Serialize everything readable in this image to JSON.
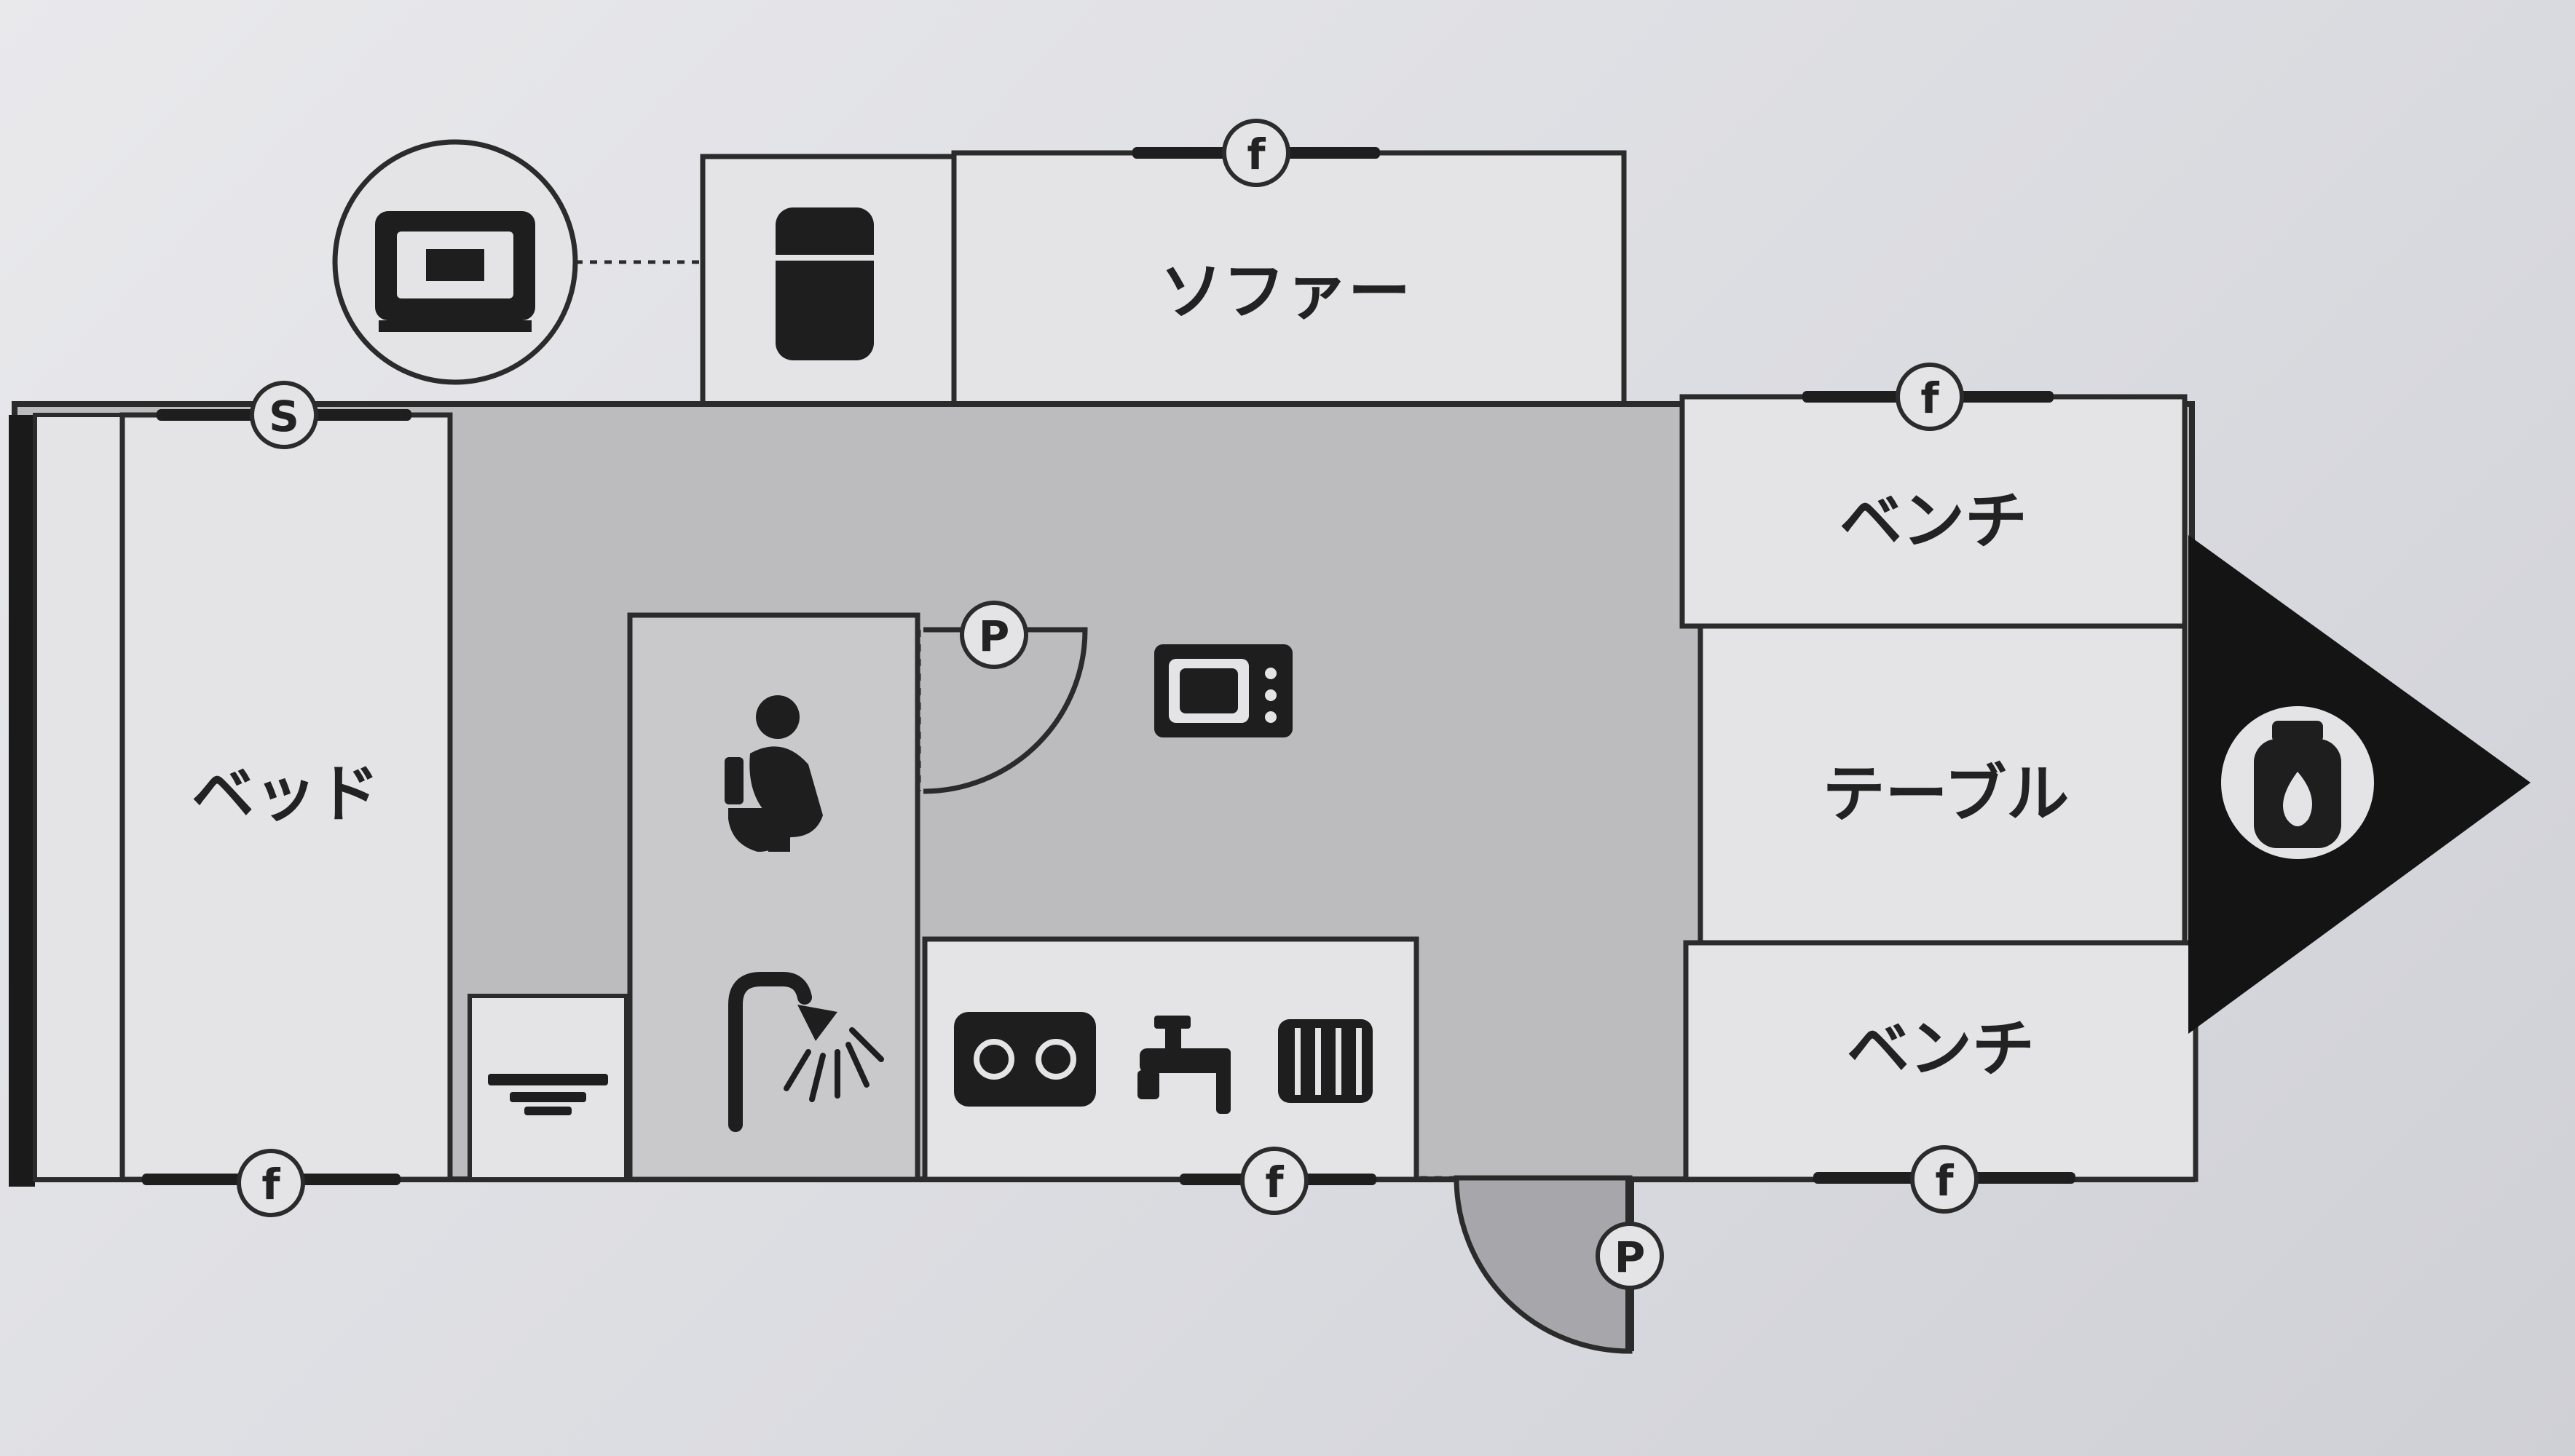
{
  "rooms": {
    "bed": "ベッド",
    "sofa": "ソファー",
    "bench_top": "ベンチ",
    "table": "テーブル",
    "bench_bottom": "ベンチ"
  },
  "markers": {
    "window": "f",
    "skylight": "S",
    "door": "P"
  },
  "icons": [
    "microwave-icon",
    "refrigerator-icon",
    "toilet-icon",
    "shower-icon",
    "sink-icon",
    "stove-icon",
    "faucet-icon",
    "heater-icon",
    "tv-icon",
    "propane-tank-icon"
  ],
  "colors": {
    "line": "#2b2b2b",
    "room_fill": "#e4e4e6",
    "hall_fill": "#bcbcbf",
    "bath_fill": "#c9c9cc",
    "icon_dark": "#1e1e1e"
  }
}
